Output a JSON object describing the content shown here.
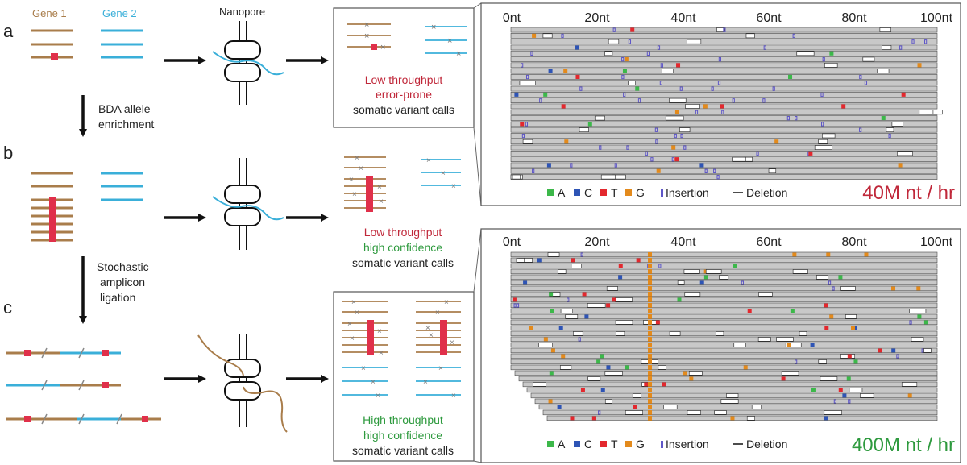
{
  "panels": {
    "a": "a",
    "b": "b",
    "c": "c"
  },
  "genes": {
    "gene1": "Gene 1",
    "gene2": "Gene 2"
  },
  "nanopore_label": "Nanopore",
  "steps": {
    "step1": [
      "BDA allele",
      "enrichment"
    ],
    "step2": [
      "Stochastic",
      "amplicon",
      "ligation"
    ]
  },
  "results": {
    "a": {
      "lines": [
        "Low throughput",
        "error-prone",
        "somatic variant calls"
      ]
    },
    "b": {
      "lines": [
        "Low throughput",
        "high confidence",
        "somatic variant calls"
      ]
    },
    "c": {
      "lines": [
        "High throughput",
        "high confidence",
        "somatic variant calls"
      ]
    }
  },
  "pileup_top": {
    "ticks": [
      "0nt",
      "20nt",
      "40nt",
      "60nt",
      "80nt",
      "100nt"
    ],
    "throughput": "40M nt / hr"
  },
  "pileup_bottom": {
    "ticks": [
      "0nt",
      "20nt",
      "40nt",
      "60nt",
      "80nt",
      "100nt"
    ],
    "throughput": "400M nt / hr"
  },
  "legend": {
    "A": "A",
    "C": "C",
    "T": "T",
    "G": "G",
    "insertion": "Insertion",
    "deletion": "Deletion"
  },
  "colors": {
    "gene1": "#a97d4b",
    "gene2": "#3aafd9",
    "variant": "#e0304a",
    "base_A": "#3cb84a",
    "base_C": "#2e54b5",
    "base_T": "#e3282e",
    "base_G": "#e38a1c",
    "insertion": "#5e56c8",
    "read": "#c8c8c8",
    "accent_red": "#c0283a",
    "accent_green": "#2e9a3e"
  }
}
